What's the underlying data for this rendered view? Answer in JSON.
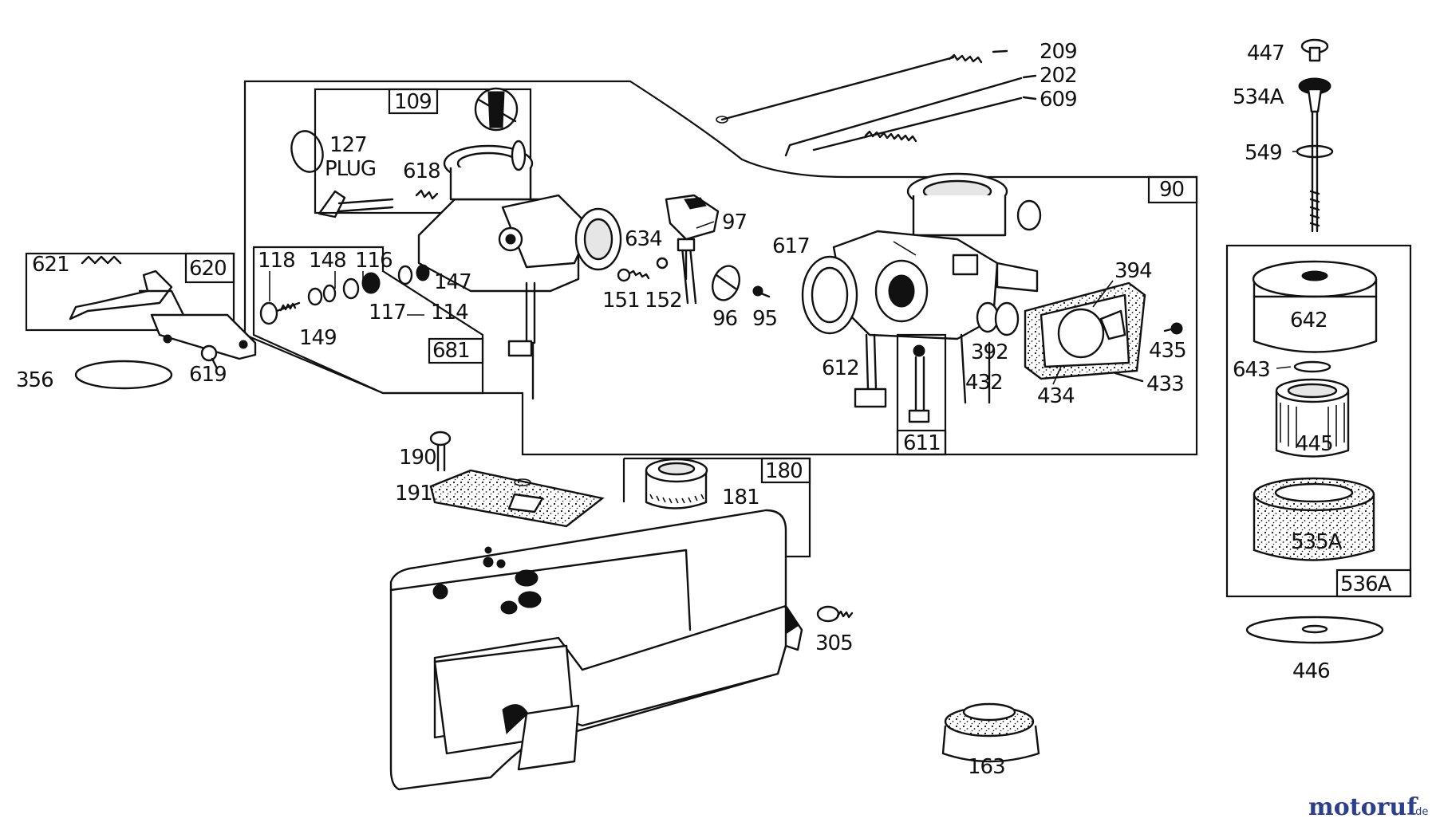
{
  "parts": {
    "p209": "209",
    "p202": "202",
    "p609": "609",
    "p447": "447",
    "p534a": "534A",
    "p549": "549",
    "p109": "109",
    "p127": "127",
    "plug": "PLUG",
    "p618": "618",
    "p90": "90",
    "p97": "97",
    "p634": "634",
    "p617": "617",
    "p394": "394",
    "p621": "621",
    "p620": "620",
    "p118": "118",
    "p148": "148",
    "p116": "116",
    "p147": "147",
    "p117": "117",
    "p114": "114",
    "p149": "149",
    "p681": "681",
    "p151": "151",
    "p152": "152",
    "p96": "96",
    "p95": "95",
    "p356": "356",
    "p619": "619",
    "p612": "612",
    "p392": "392",
    "p432": "432",
    "p434": "434",
    "p435": "435",
    "p433": "433",
    "p611": "611",
    "p642": "642",
    "p643": "643",
    "p445": "445",
    "p535a": "535A",
    "p536a": "536A",
    "p446": "446",
    "p190": "190",
    "p191": "191",
    "p180": "180",
    "p181": "181",
    "p305": "305",
    "p163": "163"
  },
  "watermark": {
    "brand": "motoruf",
    "suffix": ".de",
    "brand_color": "#2b3f8c",
    "accent_color": "#d9262b"
  }
}
